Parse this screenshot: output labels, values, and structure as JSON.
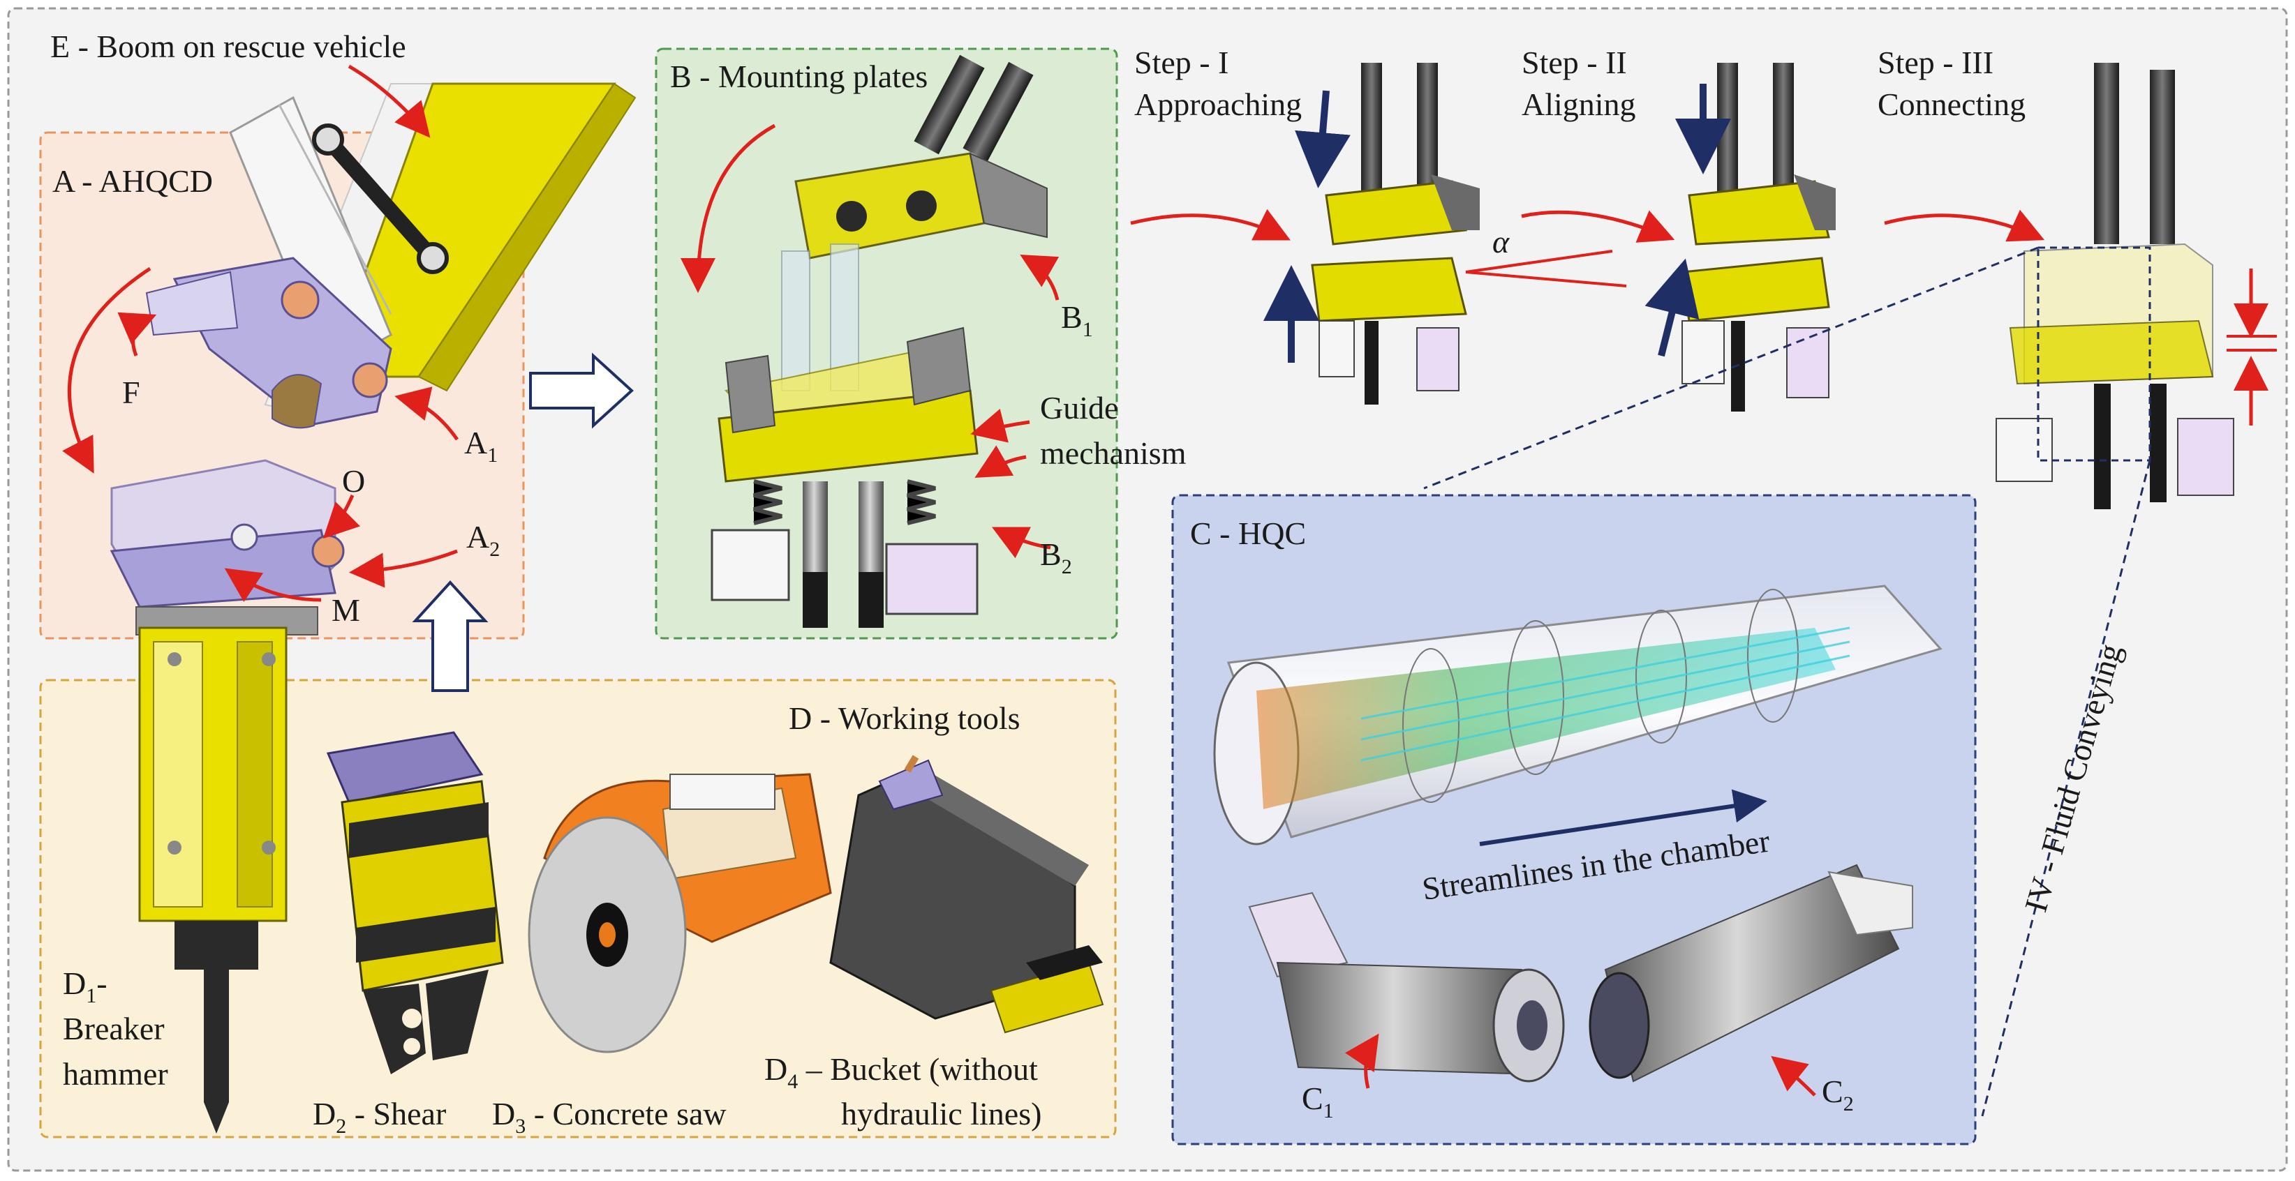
{
  "colors": {
    "outer_border": "#9a9a9a",
    "panel_a_fill": "#fbe8dc",
    "panel_a_border": "#e8945a",
    "panel_b_fill": "#dcebd3",
    "panel_b_border": "#4f9a4f",
    "panel_c_fill": "#c9d3ee",
    "panel_c_border": "#2b3f7a",
    "panel_d_fill": "#fbf1d8",
    "panel_d_border": "#d8a53a",
    "red_arrow": "#e0201b",
    "navy_arrow": "#1f2f66",
    "yellow_part": "#e9e000",
    "lavender_part": "#b8b0e0"
  },
  "labels": {
    "boom": "E - Boom on rescue vehicle",
    "ahqcd": "A - AHQCD",
    "a1_main": "A",
    "a1_sub": "1",
    "a2_main": "A",
    "a2_sub": "2",
    "f": "F",
    "o": "O",
    "m": "M",
    "mounting": "B - Mounting plates",
    "b1_main": "B",
    "b1_sub": "1",
    "b2_main": "B",
    "b2_sub": "2",
    "guide_line1": "Guide",
    "guide_line2": "mechanism",
    "step1_line1": "Step - I",
    "step1_line2": "Approaching",
    "step2_line1": "Step - II",
    "step2_line2": "Aligning",
    "step3_line1": "Step - III",
    "step3_line2": "Connecting",
    "alpha": "α",
    "hqc": "C - HQC",
    "streamlines": "Streamlines in the chamber",
    "c1_main": "C",
    "c1_sub": "1",
    "c2_main": "C",
    "c2_sub": "2",
    "fluid": "IV - Fluid Conveying",
    "tools": "D - Working tools",
    "d1_main": "D",
    "d1_sub": "1",
    "d1_suffix": "-",
    "d1_line2": "Breaker",
    "d1_line3": "hammer",
    "d2_main": "D",
    "d2_sub": "2",
    "d2_suffix": " - Shear",
    "d3_main": "D",
    "d3_sub": "3",
    "d3_suffix": " - Concrete saw",
    "d4_main": "D",
    "d4_sub": "4",
    "d4_suffix": " – Bucket (without",
    "d4_line2": "hydraulic lines)"
  }
}
